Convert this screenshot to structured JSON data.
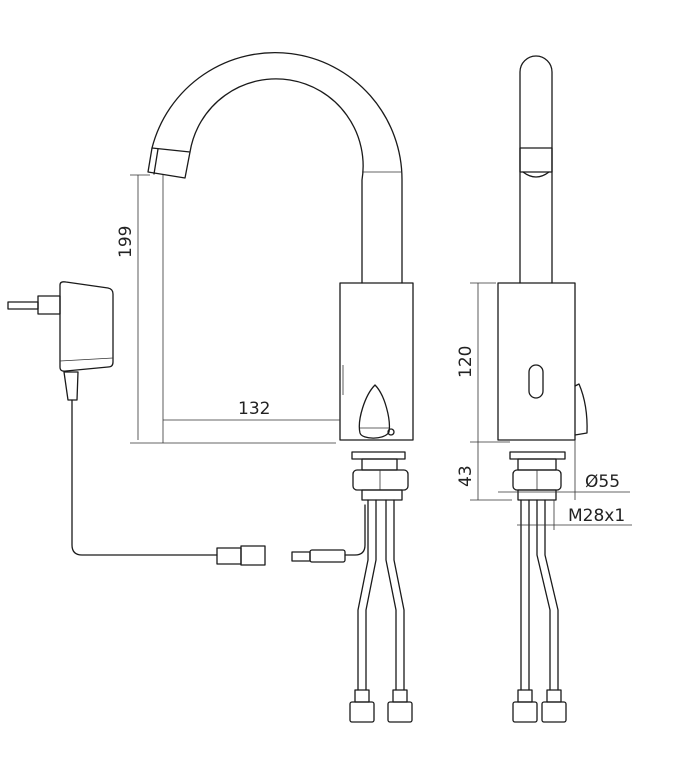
{
  "drawing": {
    "title": "Sensor basin mixer technical drawing",
    "dimensions": {
      "spout_height": "199",
      "spout_reach": "132",
      "body_height": "120",
      "base_height": "43",
      "body_diameter": "Ø55",
      "thread": "M28x1"
    }
  }
}
